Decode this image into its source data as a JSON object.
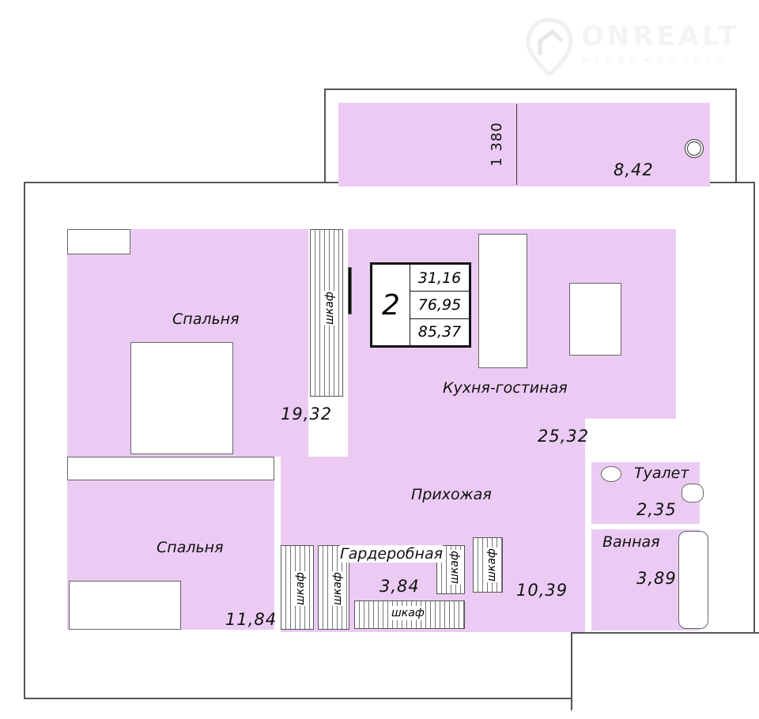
{
  "logo": {
    "title": "ONREALT",
    "subtitle": "НЕДВИЖИМОСТЬ"
  },
  "summary": {
    "rooms": "2",
    "living_area": "31,16",
    "total_area": "76,95",
    "total_with_balcony": "85,37"
  },
  "balcony": {
    "dimension": "1 380",
    "area": "8,42"
  },
  "rooms": [
    {
      "name": "Спальня",
      "area": "19,32"
    },
    {
      "name": "Кухня-гостиная",
      "area": "25,32"
    },
    {
      "name": "Прихожая",
      "area": "10,39"
    },
    {
      "name": "Спальня",
      "area": "11,84"
    },
    {
      "name": "Гардеробная",
      "area": "3,84"
    },
    {
      "name": "Туалет",
      "area": "2,35"
    },
    {
      "name": "Ванная",
      "area": "3,89"
    }
  ],
  "closet_label": "шкаф",
  "colors": {
    "room": "#ebcbf3",
    "wall": "#555555"
  }
}
